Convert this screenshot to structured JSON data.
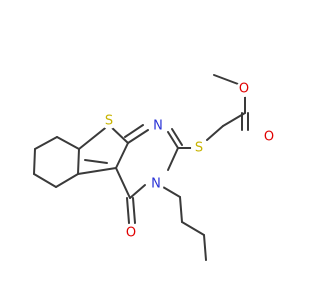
{
  "molecule": {
    "atoms": {
      "S_thiophene": {
        "label": "S",
        "color": "#c8b400"
      },
      "S_thioether": {
        "label": "S",
        "color": "#c8b400"
      },
      "N_ring": {
        "label": "N",
        "color": "#2a33d6"
      },
      "N_butyl": {
        "label": "N",
        "color": "#2a33d6"
      },
      "O_ketone": {
        "label": "O",
        "color": "#e00000"
      },
      "O_carbonyl": {
        "label": "O",
        "color": "#e00000"
      },
      "O_ester": {
        "label": "O",
        "color": "#e00000"
      }
    },
    "bond_color": "#3a3a3a"
  }
}
